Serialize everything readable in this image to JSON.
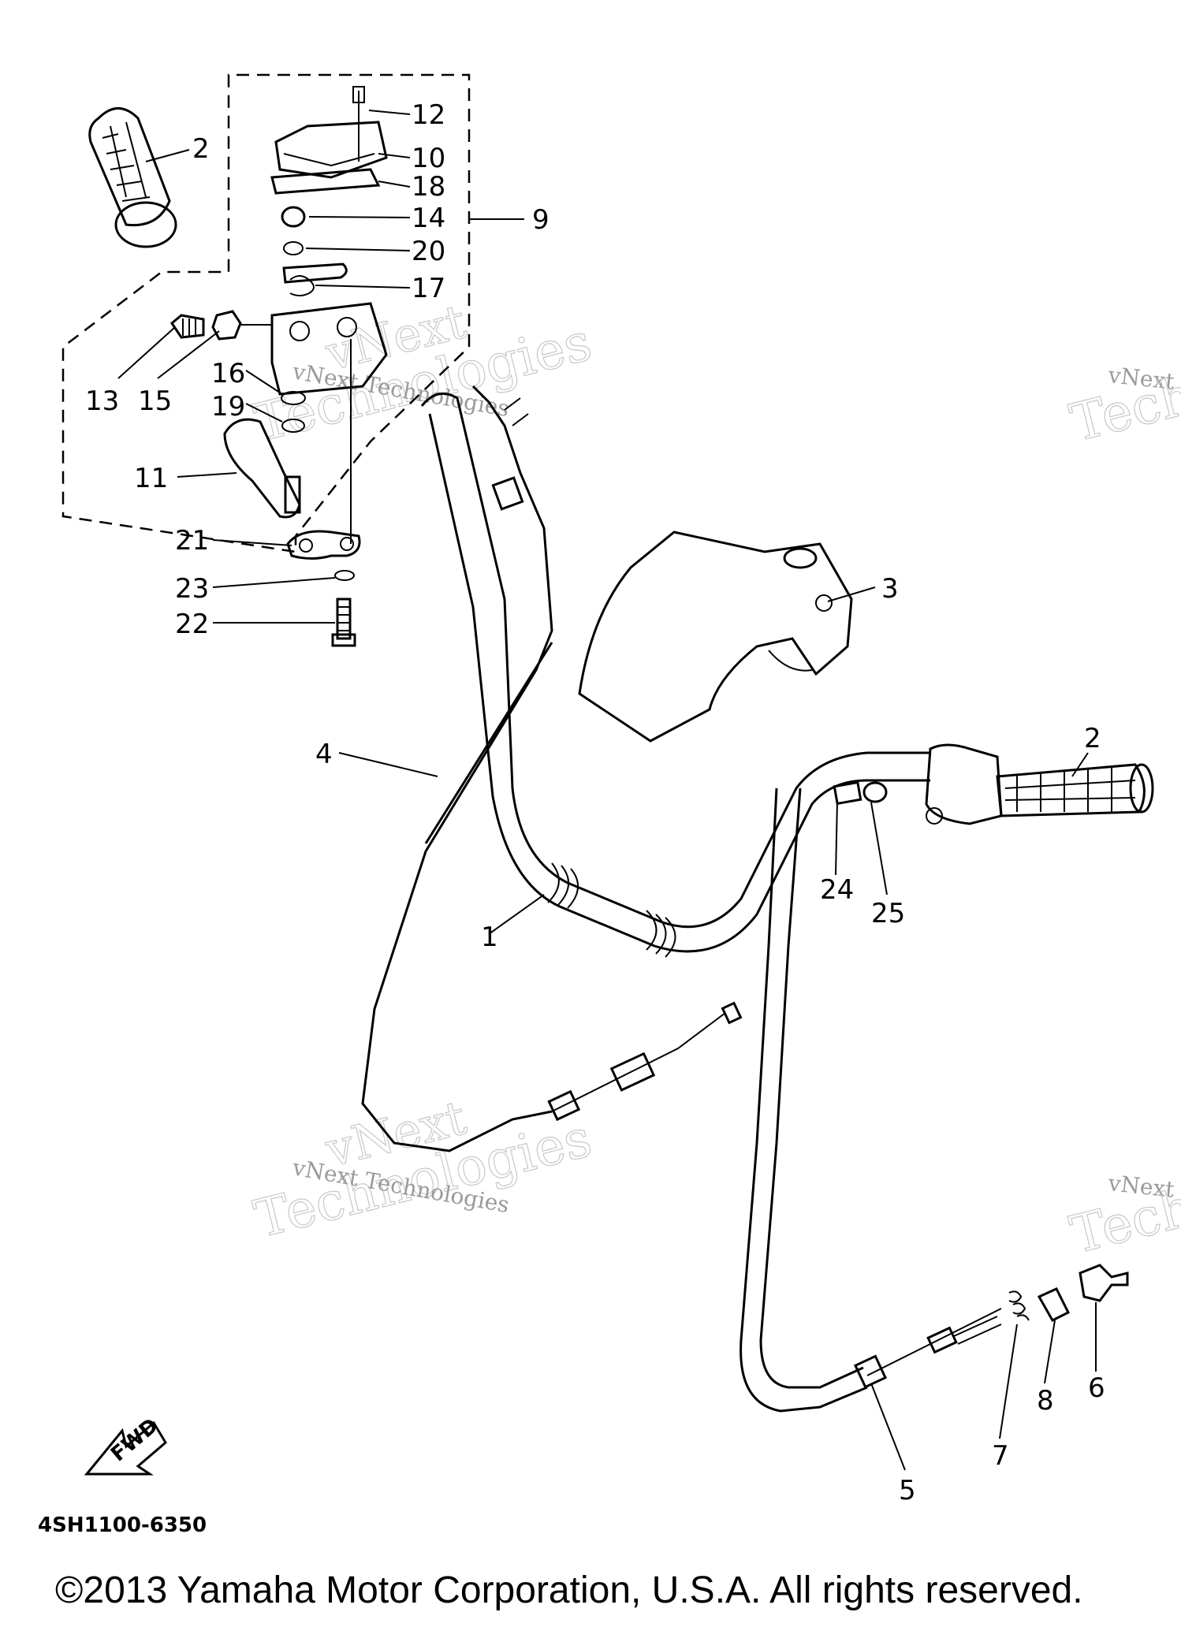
{
  "diagram": {
    "part_callouts": [
      {
        "id": "callout-1",
        "label": "1"
      },
      {
        "id": "callout-2-left",
        "label": "2"
      },
      {
        "id": "callout-2-right",
        "label": "2"
      },
      {
        "id": "callout-3",
        "label": "3"
      },
      {
        "id": "callout-4",
        "label": "4"
      },
      {
        "id": "callout-5",
        "label": "5"
      },
      {
        "id": "callout-6",
        "label": "6"
      },
      {
        "id": "callout-7",
        "label": "7"
      },
      {
        "id": "callout-8",
        "label": "8"
      },
      {
        "id": "callout-9",
        "label": "9"
      },
      {
        "id": "callout-10",
        "label": "10"
      },
      {
        "id": "callout-11",
        "label": "11"
      },
      {
        "id": "callout-12",
        "label": "12"
      },
      {
        "id": "callout-13",
        "label": "13"
      },
      {
        "id": "callout-14",
        "label": "14"
      },
      {
        "id": "callout-15",
        "label": "15"
      },
      {
        "id": "callout-16",
        "label": "16"
      },
      {
        "id": "callout-17",
        "label": "17"
      },
      {
        "id": "callout-18",
        "label": "18"
      },
      {
        "id": "callout-19",
        "label": "19"
      },
      {
        "id": "callout-20",
        "label": "20"
      },
      {
        "id": "callout-21",
        "label": "21"
      },
      {
        "id": "callout-22",
        "label": "22"
      },
      {
        "id": "callout-23",
        "label": "23"
      },
      {
        "id": "callout-24",
        "label": "24"
      },
      {
        "id": "callout-25",
        "label": "25"
      }
    ],
    "fwd_label": "FWD",
    "diagram_code": "4SH1100-6350",
    "watermark_line1": "vNext Technologies",
    "watermark_big_top": "vNext",
    "watermark_big_bottom": "Technologies",
    "watermark_edge": "vNext",
    "watermark_edge_big": "Tech"
  },
  "footer": {
    "copyright": "©2013 Yamaha Motor Corporation, U.S.A. All rights reserved."
  }
}
